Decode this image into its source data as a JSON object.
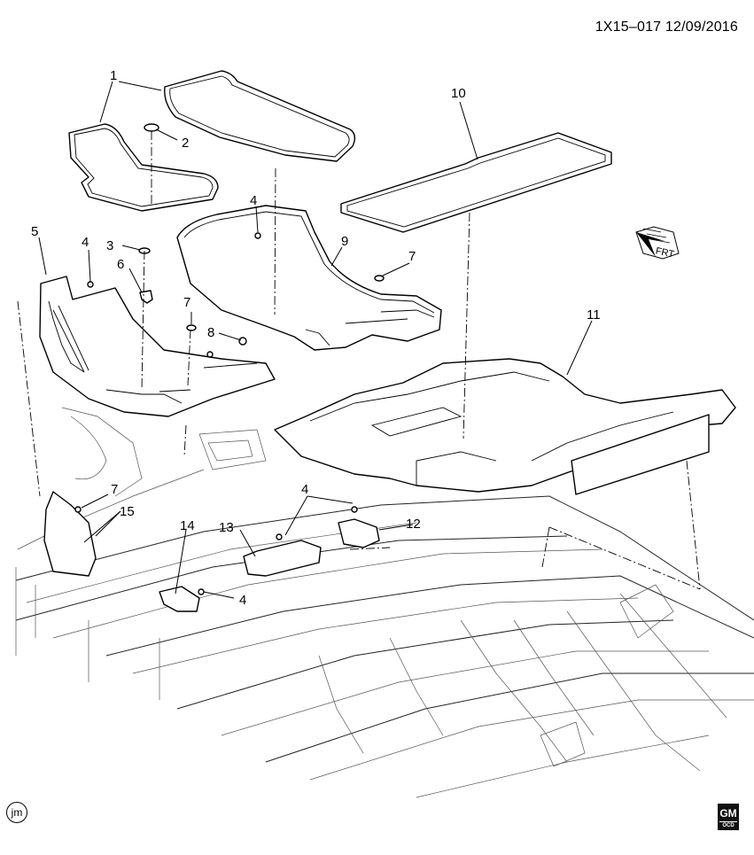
{
  "header": {
    "diagram_id": "1X15–017  12/09/2016"
  },
  "callouts": [
    {
      "id": "c1",
      "label": "1"
    },
    {
      "id": "c2",
      "label": "2"
    },
    {
      "id": "c3",
      "label": "3"
    },
    {
      "id": "c4a",
      "label": "4"
    },
    {
      "id": "c4b",
      "label": "4"
    },
    {
      "id": "c4c",
      "label": "4"
    },
    {
      "id": "c4d",
      "label": "4"
    },
    {
      "id": "c5",
      "label": "5"
    },
    {
      "id": "c6",
      "label": "6"
    },
    {
      "id": "c7a",
      "label": "7"
    },
    {
      "id": "c7b",
      "label": "7"
    },
    {
      "id": "c7c",
      "label": "7"
    },
    {
      "id": "c8",
      "label": "8"
    },
    {
      "id": "c9",
      "label": "9"
    },
    {
      "id": "c10",
      "label": "10"
    },
    {
      "id": "c11",
      "label": "11"
    },
    {
      "id": "c12",
      "label": "12"
    },
    {
      "id": "c13",
      "label": "13"
    },
    {
      "id": "c14",
      "label": "14"
    },
    {
      "id": "c15",
      "label": "15"
    }
  ],
  "direction_arrow": {
    "label": "FRT",
    "icon": "front-direction-arrow-icon"
  },
  "footer": {
    "artist_mark": "jm",
    "logo_text": "GM",
    "logo_subtext": "OCD"
  }
}
